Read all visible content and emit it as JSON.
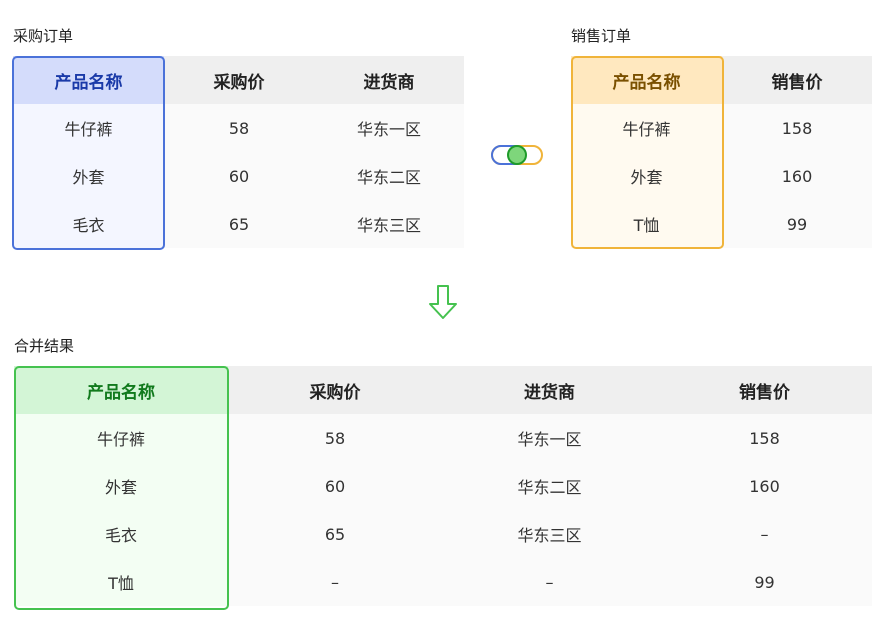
{
  "purchase": {
    "caption": "采购订单",
    "headers": [
      "产品名称",
      "采购价",
      "进货商"
    ],
    "rows": [
      [
        "牛仔裤",
        "58",
        "华东一区"
      ],
      [
        "外套",
        "60",
        "华东二区"
      ],
      [
        "毛衣",
        "65",
        "华东三区"
      ]
    ]
  },
  "sales": {
    "caption": "销售订单",
    "headers": [
      "产品名称",
      "销售价"
    ],
    "rows": [
      [
        "牛仔裤",
        "158"
      ],
      [
        "外套",
        "160"
      ],
      [
        "T恤",
        "99"
      ]
    ]
  },
  "merged": {
    "caption": "合并结果",
    "headers": [
      "产品名称",
      "采购价",
      "进货商",
      "销售价"
    ],
    "rows": [
      [
        "牛仔裤",
        "58",
        "华东一区",
        "158"
      ],
      [
        "外套",
        "60",
        "华东二区",
        "160"
      ],
      [
        "毛衣",
        "65",
        "华东三区",
        "–"
      ],
      [
        "T恤",
        "–",
        "–",
        "99"
      ]
    ]
  },
  "colors": {
    "purchase_key": "#4b72d9",
    "sales_key": "#f0b43a",
    "merged_key": "#45c24f"
  },
  "icons": {
    "join": "full-outer-join-icon",
    "arrow": "arrow-down-icon"
  }
}
